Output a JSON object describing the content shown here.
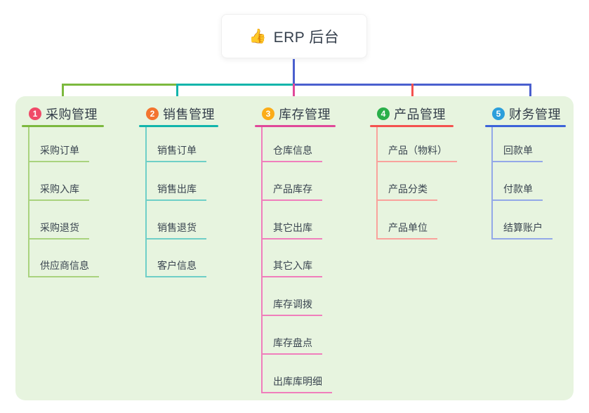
{
  "root": {
    "emoji": "👍",
    "emoji_name": "thumbs-up-icon",
    "label": "ERP 后台"
  },
  "connector": {
    "root_stem_color": "#4a5fce"
  },
  "canvas": {
    "bg_color": "#e7f4df"
  },
  "branches": [
    {
      "index": "1",
      "label": "采购管理",
      "badge_color": "#f04a68",
      "line_color": "#7cb93e",
      "item_line_color": "#a9d37e",
      "items": [
        "采购订单",
        "采购入库",
        "采购退货",
        "供应商信息"
      ]
    },
    {
      "index": "2",
      "label": "销售管理",
      "badge_color": "#f3742f",
      "line_color": "#12b5ab",
      "item_line_color": "#6fcfc7",
      "items": [
        "销售订单",
        "销售出库",
        "销售退货",
        "客户信息"
      ]
    },
    {
      "index": "3",
      "label": "库存管理",
      "badge_color": "#fbac18",
      "line_color": "#e04899",
      "item_line_color": "#f07ebc",
      "items": [
        "仓库信息",
        "产品库存",
        "其它出库",
        "其它入库",
        "库存调拨",
        "库存盘点",
        "出库库明细"
      ]
    },
    {
      "index": "4",
      "label": "产品管理",
      "badge_color": "#2aaf4a",
      "line_color": "#f4524f",
      "item_line_color": "#f9a29c",
      "items": [
        "产品（物料）",
        "产品分类",
        "产品单位"
      ]
    },
    {
      "index": "5",
      "label": "财务管理",
      "badge_color": "#2c9fdb",
      "line_color": "#3c63d9",
      "item_line_color": "#93a8e8",
      "items": [
        "回款单",
        "付款单",
        "结算账户"
      ]
    }
  ]
}
